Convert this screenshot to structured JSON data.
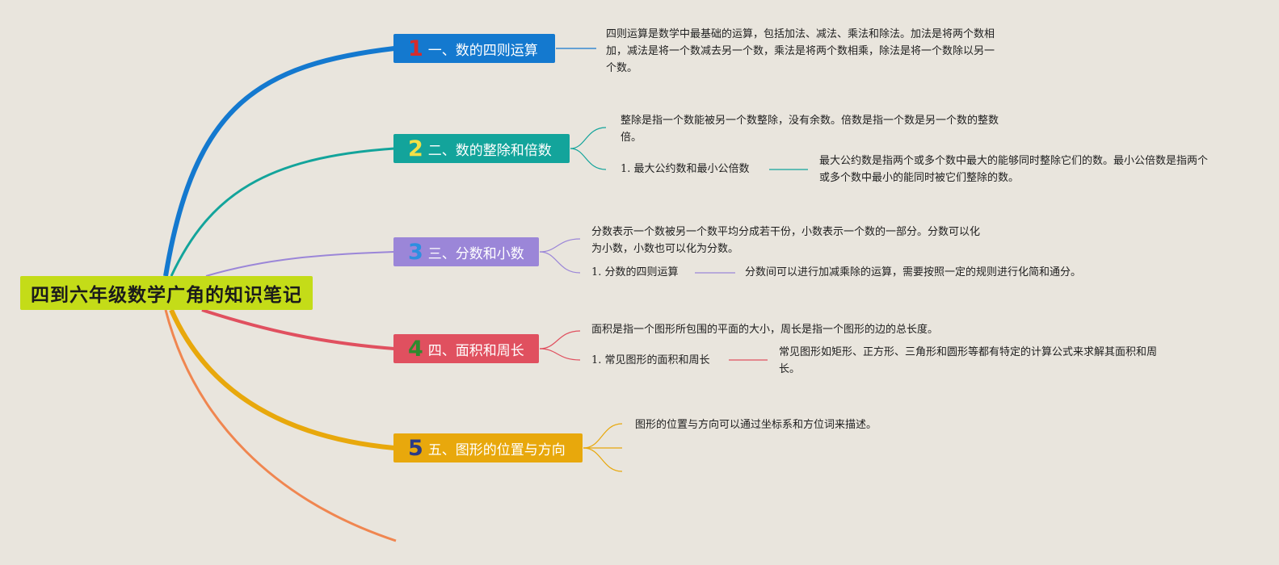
{
  "root": {
    "title": "四到六年级数学广角的知识笔记",
    "color": "#c4dc18"
  },
  "branches": [
    {
      "number": "1",
      "number_color": "#d62c2c",
      "color": "#1479cf",
      "title": "一、数的四则运算",
      "notes": [
        "四则运算是数学中最基础的运算，包括加法、减法、乘法和除法。加法是将两个数相加，减法是将一个数减去另一个数，乘法是将两个数相乘，除法是将一个数除以另一个数。"
      ],
      "subtopics": []
    },
    {
      "number": "2",
      "number_color": "#f2e046",
      "color": "#13a49b",
      "title": "二、数的整除和倍数",
      "notes": [
        "整除是指一个数能被另一个数整除，没有余数。倍数是指一个数是另一个数的整数倍。"
      ],
      "subtopics": [
        {
          "label": "1. 最大公约数和最小公倍数",
          "note": "最大公约数是指两个或多个数中最大的能够同时整除它们的数。最小公倍数是指两个或多个数中最小的能同时被它们整除的数。"
        }
      ]
    },
    {
      "number": "3",
      "number_color": "#2d8fe0",
      "color": "#9b86d8",
      "title": "三、分数和小数",
      "notes": [
        "分数表示一个数被另一个数平均分成若干份，小数表示一个数的一部分。分数可以化为小数，小数也可以化为分数。"
      ],
      "subtopics": [
        {
          "label": "1. 分数的四则运算",
          "note": "分数间可以进行加减乘除的运算，需要按照一定的规则进行化简和通分。"
        }
      ]
    },
    {
      "number": "4",
      "number_color": "#2e8a2e",
      "color": "#e0505f",
      "title": "四、面积和周长",
      "notes": [
        "面积是指一个图形所包围的平面的大小，周长是指一个图形的边的总长度。"
      ],
      "subtopics": [
        {
          "label": "1. 常见图形的面积和周长",
          "note": "常见图形如矩形、正方形、三角形和圆形等都有特定的计算公式来求解其面积和周长。"
        }
      ]
    },
    {
      "number": "5",
      "number_color": "#2b3a86",
      "color": "#e8a80c",
      "title": "五、图形的位置与方向",
      "notes": [
        "图形的位置与方向可以通过坐标系和方位词来描述。"
      ],
      "subtopics": []
    }
  ],
  "extra_branch_color": "#f08650"
}
